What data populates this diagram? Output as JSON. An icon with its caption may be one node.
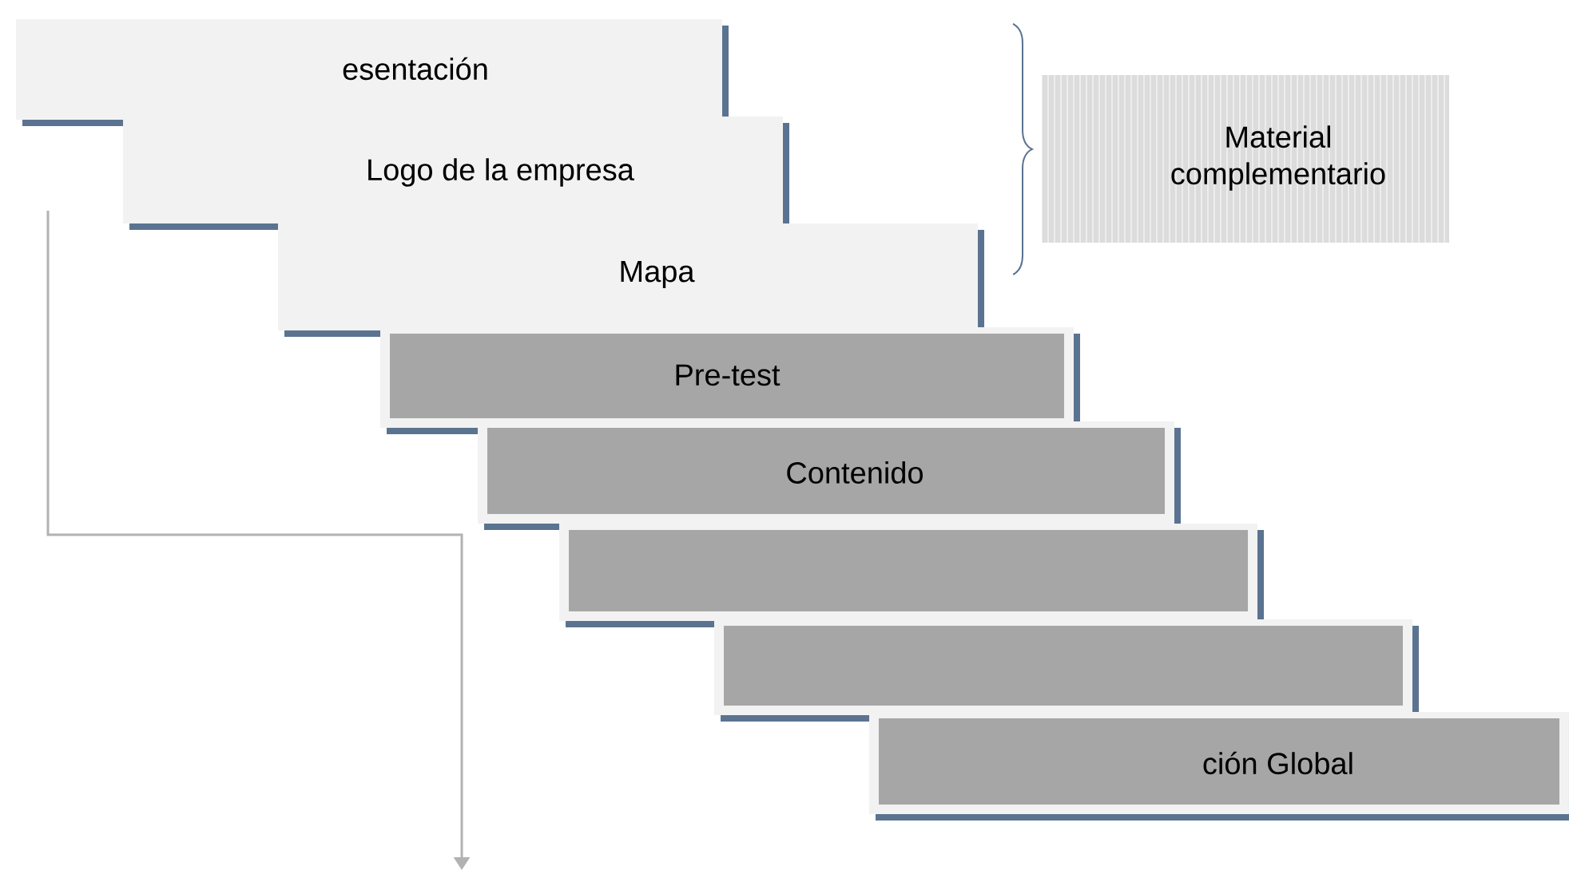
{
  "diagram": {
    "nodes": [
      {
        "text": [
          "esentación"
        ]
      },
      {
        "text": [
          "Logo de la empresa"
        ]
      },
      {
        "text": [
          "Mapa"
        ]
      },
      {
        "text": [
          "Pre-test"
        ]
      },
      {
        "text": [
          "Contenido"
        ]
      },
      {
        "text": [],
        "shape": "box"
      },
      {
        "text": [],
        "shape": "box"
      },
      {
        "text": [
          "ción Global"
        ]
      },
      {
        "text": [
          "Material complementario"
        ]
      }
    ]
  }
}
